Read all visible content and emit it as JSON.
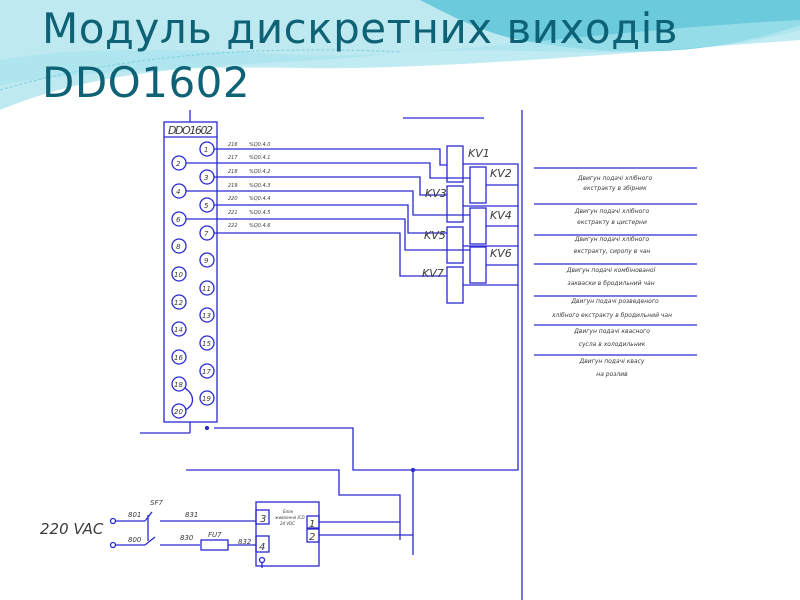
{
  "slide": {
    "title_line1": "Модуль дискретних виходів",
    "title_line2": "DDO1602",
    "colors": {
      "title": "#0e6275",
      "wire": "#2a2ad0",
      "wave1": "#5cc6d8",
      "wave2": "#a7e3ee"
    }
  },
  "schematic": {
    "module_label": "DDO1602",
    "terminals_left": [
      "2",
      "4",
      "6",
      "8",
      "10",
      "12",
      "14",
      "16",
      "18",
      "20"
    ],
    "terminals_right": [
      "1",
      "3",
      "5",
      "7",
      "9",
      "11",
      "13",
      "15",
      "17",
      "19"
    ],
    "wire_numbers": [
      "216",
      "217",
      "218",
      "219",
      "220",
      "221",
      "222"
    ],
    "addresses": [
      "%Q0.4.0",
      "%Q0.4.1",
      "%Q0.4.2",
      "%Q0.4.3",
      "%Q0.4.4",
      "%Q0.4.5",
      "%Q0.4.6"
    ],
    "relays": [
      "KV1",
      "KV2",
      "KV3",
      "KV4",
      "KV5",
      "KV6",
      "KV7"
    ],
    "loads": [
      {
        "line1": "Двигун подачі хлібного",
        "line2": "екстракту в збірник"
      },
      {
        "line1": "Двигун подачі хлібного",
        "line2": "екстракту в цистерни"
      },
      {
        "line1": "Двигун подачі хлібного",
        "line2": "екстракту, сиропу в чан"
      },
      {
        "line1": "Двигун подачі комбінованої",
        "line2": "закваски в бродильний чан"
      },
      {
        "line1": "Двигун подачі розведеного",
        "line2": "хлібного екстракту в бродильний чан"
      },
      {
        "line1": "Двигун подачі квасного",
        "line2": "сусла в холодильник"
      },
      {
        "line1": "Двигун подачі квасу",
        "line2": "на розлив"
      }
    ],
    "supply_label": "220 VAC",
    "breaker": "SF7",
    "fuse": "FU7",
    "supply_wires": [
      "801",
      "800",
      "831",
      "830",
      "832"
    ],
    "psu": {
      "label1": "Блок",
      "label2": "живлення ICD",
      "label3": "24 VDC",
      "in_pins": [
        "3",
        "4"
      ],
      "out_pins": [
        "1",
        "2"
      ]
    }
  }
}
